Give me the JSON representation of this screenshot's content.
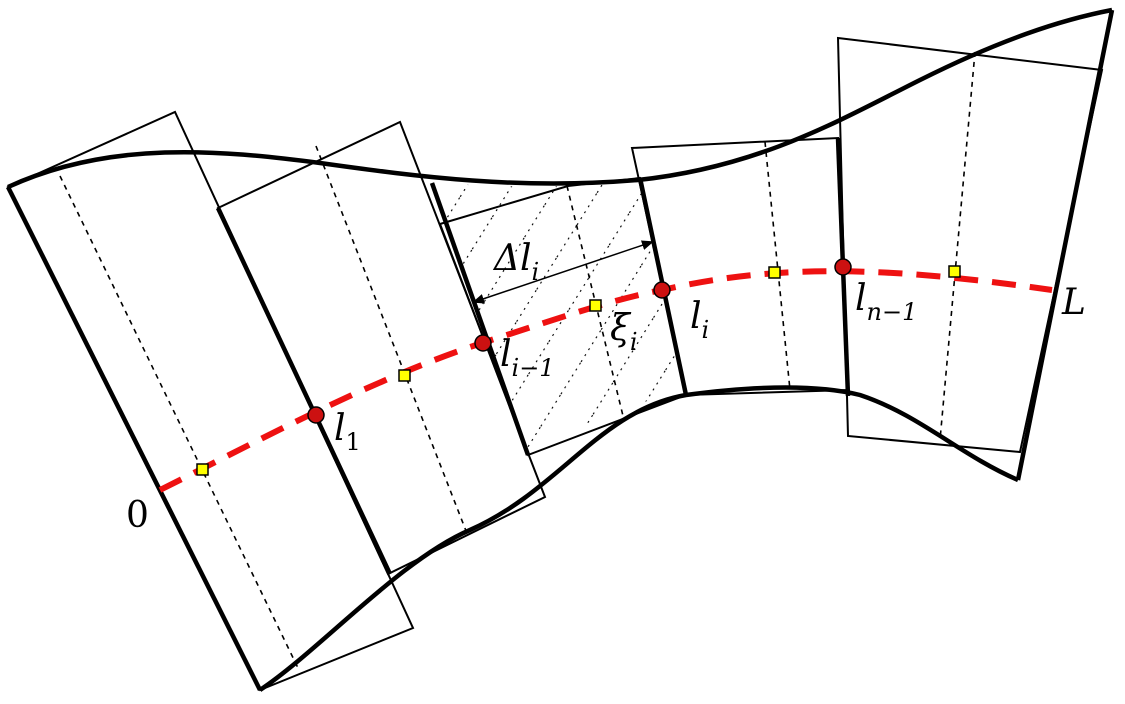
{
  "labels": {
    "start": "0",
    "end": "L",
    "l1": {
      "base": "l",
      "sub": "1"
    },
    "li_minus_1": {
      "base": "l",
      "sub": "i−1"
    },
    "li": {
      "base": "l",
      "sub": "i"
    },
    "ln_minus_1": {
      "base": "l",
      "sub": "n−1"
    },
    "delta_li": {
      "base": "Δl",
      "sub": "i"
    },
    "xi_i": {
      "base": "ξ",
      "sub": "i"
    }
  },
  "colors": {
    "outline": "#000000",
    "centerline": "#ee1111",
    "partition_point": "#cc1111",
    "sample_point": "#ffff00"
  }
}
